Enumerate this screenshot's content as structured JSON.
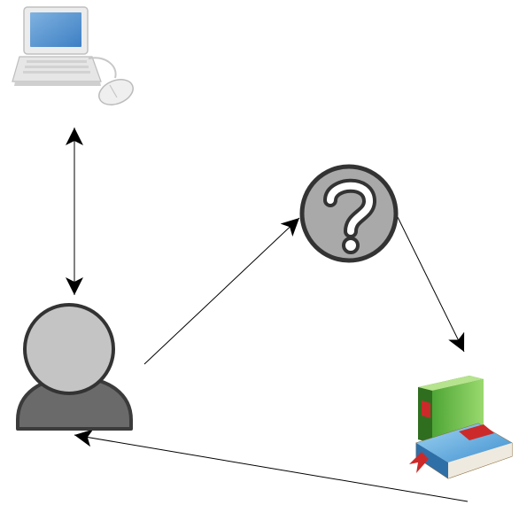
{
  "diagram": {
    "nodes": [
      {
        "id": "computer",
        "icon": "laptop-computer-icon"
      },
      {
        "id": "user",
        "icon": "user-icon"
      },
      {
        "id": "question",
        "icon": "question-mark-icon"
      },
      {
        "id": "books",
        "icon": "books-icon"
      }
    ],
    "edges": [
      {
        "from": "computer",
        "to": "user",
        "direction": "both"
      },
      {
        "from": "user",
        "to": "question",
        "direction": "forward"
      },
      {
        "from": "question",
        "to": "books",
        "direction": "forward"
      },
      {
        "from": "books",
        "to": "user",
        "direction": "forward"
      }
    ],
    "colors": {
      "user_head": "#c4c4c4",
      "user_body": "#6a6a6a",
      "question_circle": "#a9a9a9",
      "outline": "#333333",
      "book_green": "#6cc24a",
      "book_blue": "#6cb8e6",
      "bookmark_red": "#cc2a2a"
    }
  }
}
